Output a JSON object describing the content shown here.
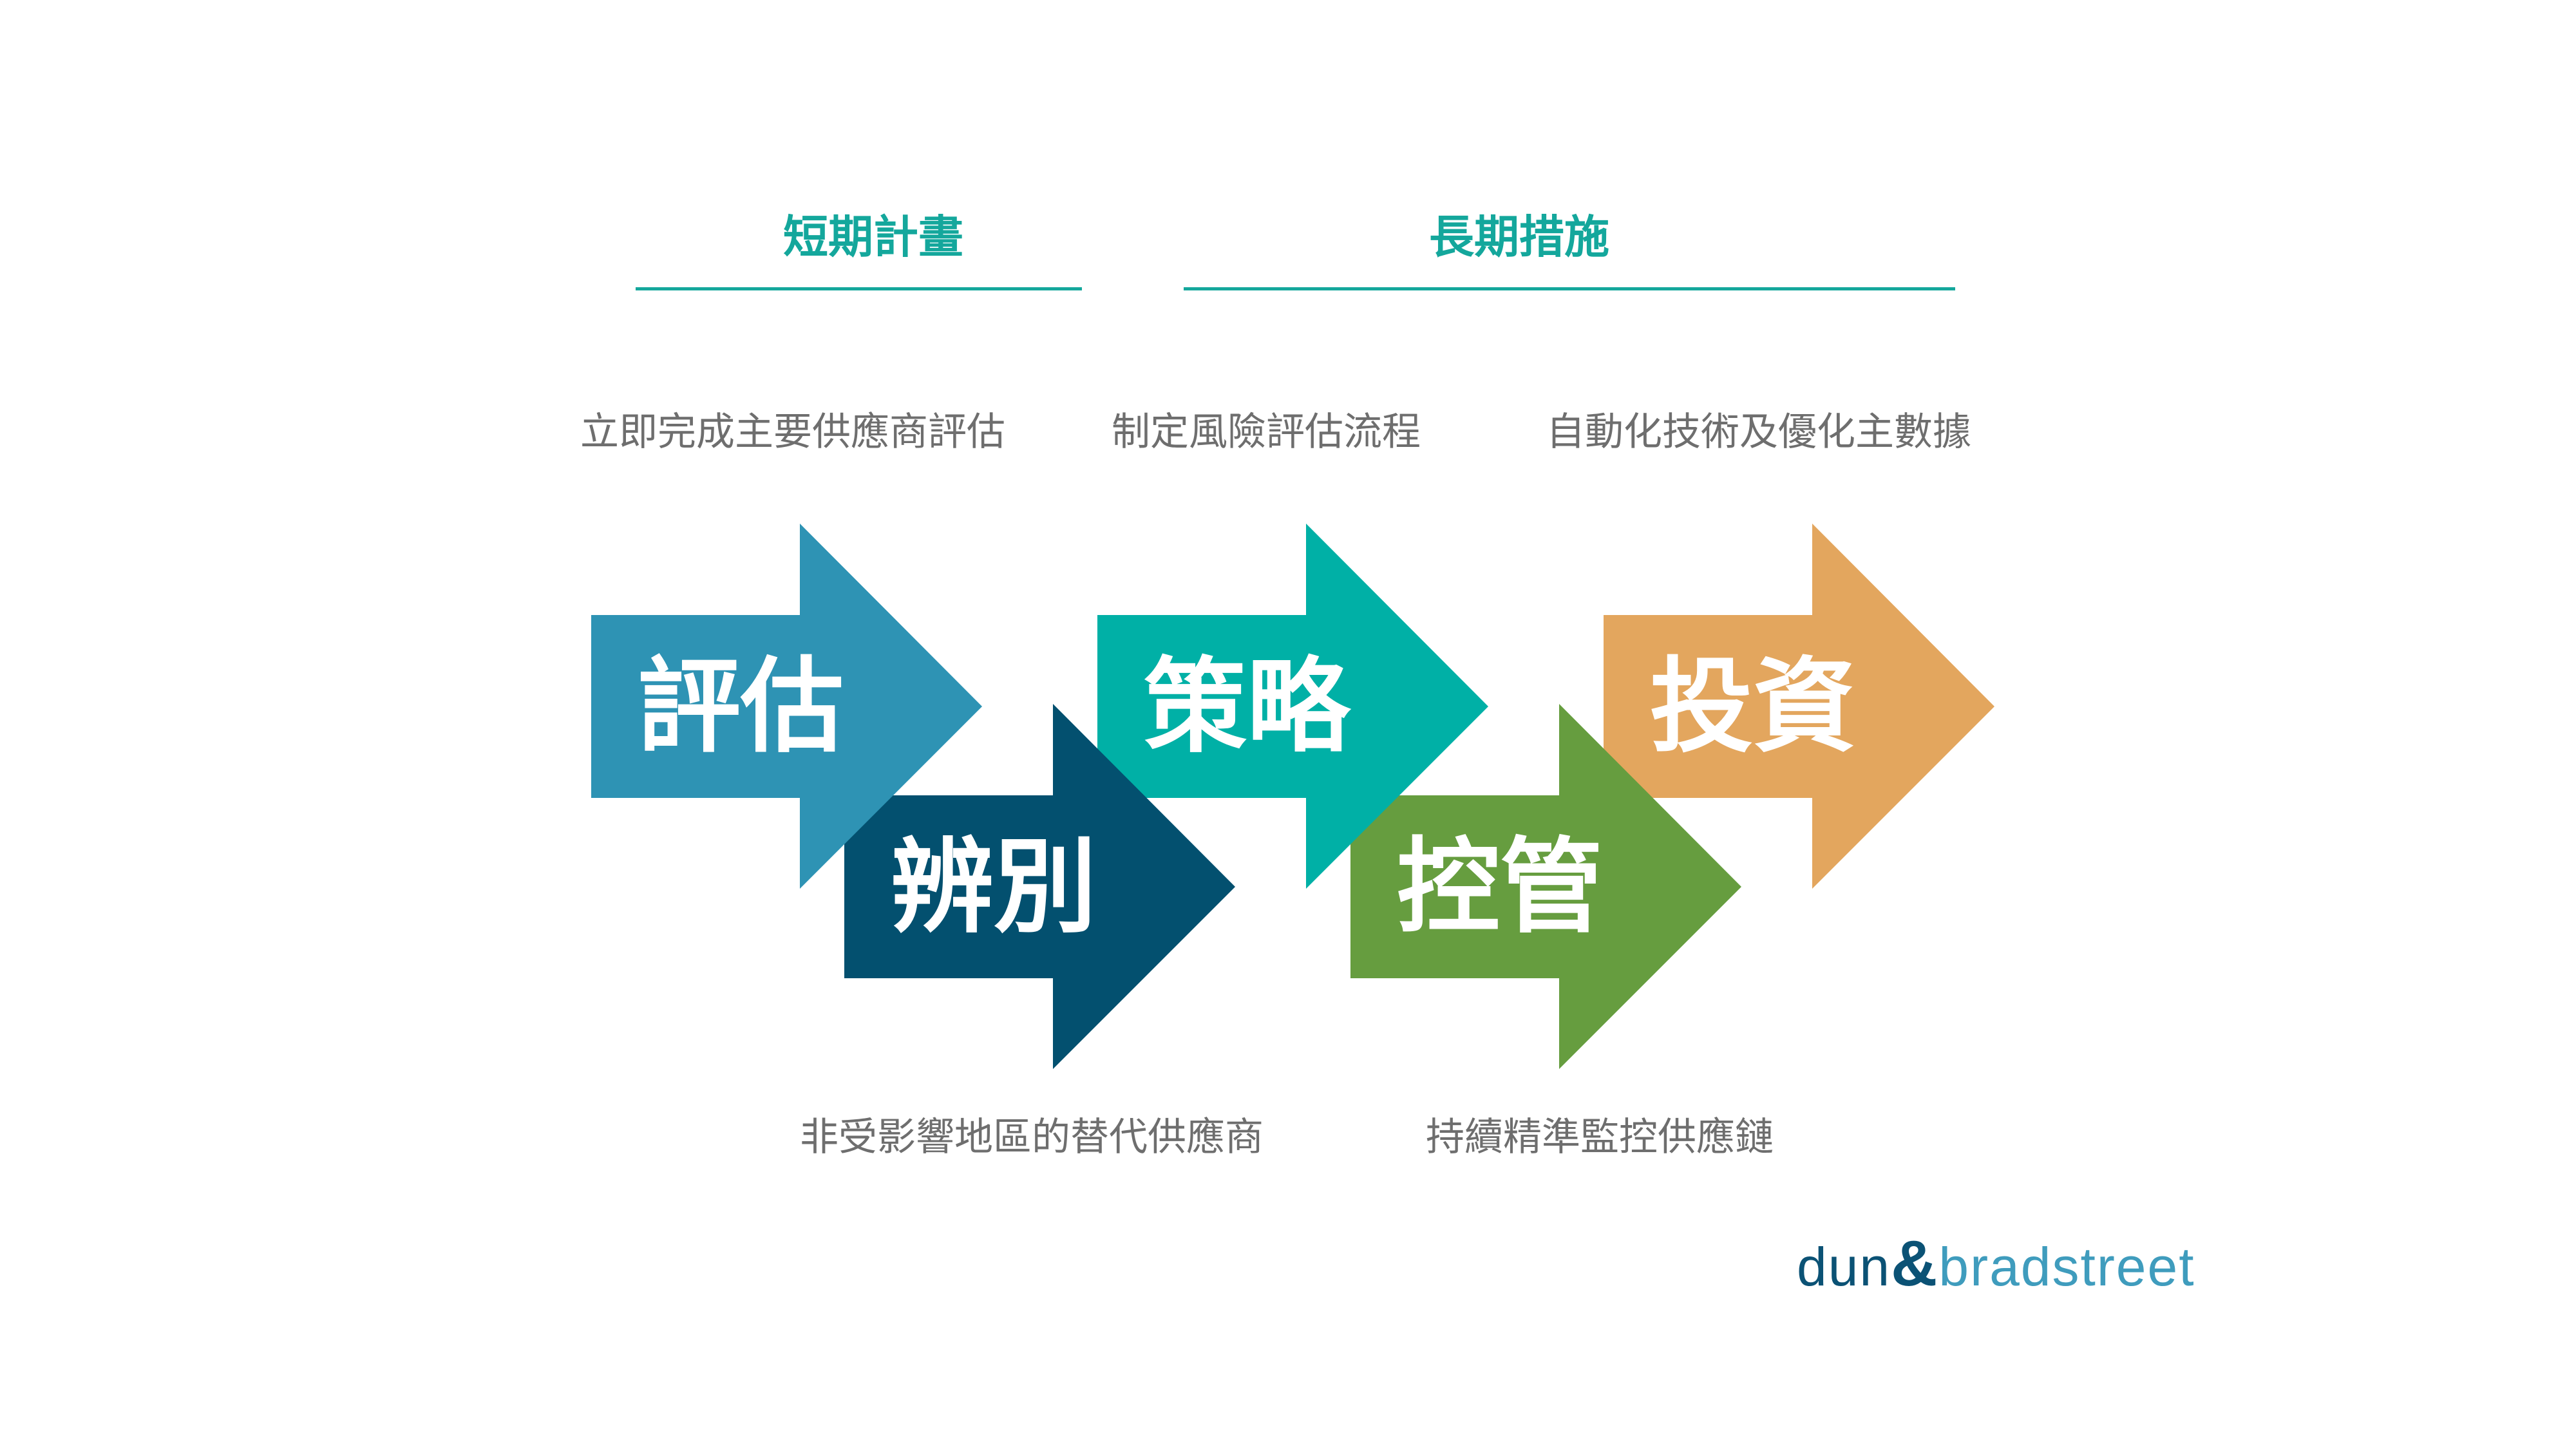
{
  "headings": {
    "short_term": "短期計畫",
    "long_term": "長期措施"
  },
  "descriptions_top": [
    "立即完成主要供應商評估",
    "制定風險評估流程",
    "自動化技術及優化主數據"
  ],
  "descriptions_bottom": [
    "非受影響地區的替代供應商",
    "持續精準監控供應鏈"
  ],
  "arrows": [
    {
      "label": "評估",
      "color": "#2e93b4"
    },
    {
      "label": "辨別",
      "color": "#03506f"
    },
    {
      "label": "策略",
      "color": "#00b0a6"
    },
    {
      "label": "控管",
      "color": "#669d3f"
    },
    {
      "label": "投資",
      "color": "#e3a65e"
    }
  ],
  "logo": {
    "part1": "dun",
    "amp": "&",
    "part2": "bradstreet"
  },
  "colors": {
    "accent": "#14a79c",
    "text": "#6e6e6e"
  }
}
